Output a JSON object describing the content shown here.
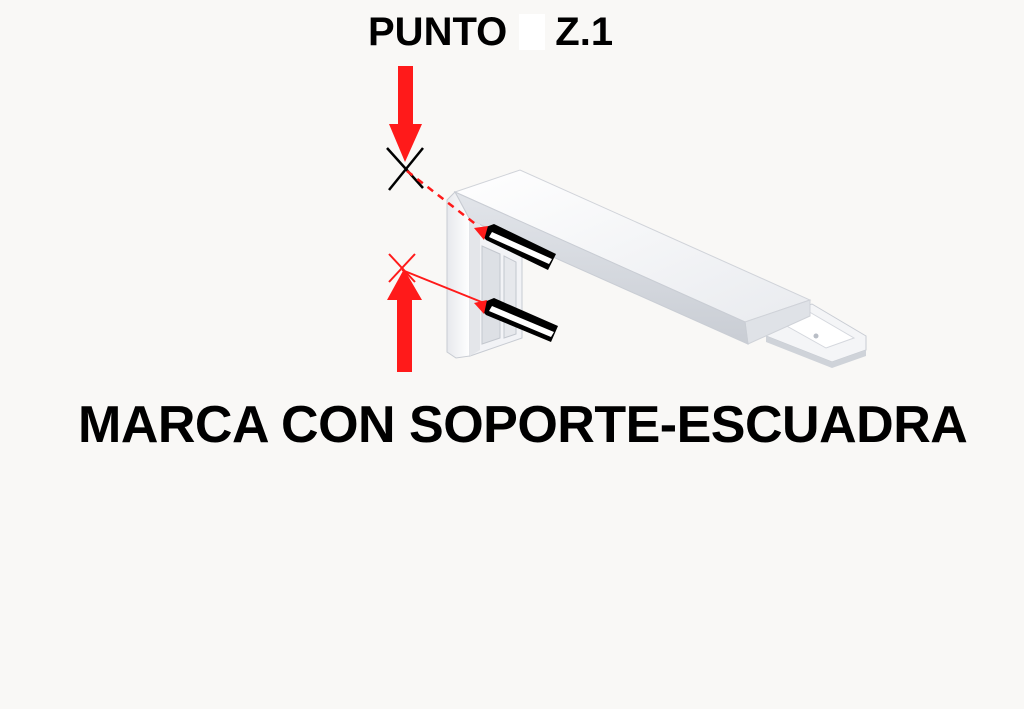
{
  "labels": {
    "point_word": "PUNTO",
    "point_code": "Z.1",
    "caption": "MARCA CON SOPORTE-ESCUADRA"
  },
  "colors": {
    "background": "#f9f8f6",
    "arrow": "#ff1a1a",
    "text": "#000000",
    "bracket_light": "#ffffff",
    "bracket_shade": "#d6d9df"
  },
  "icons": {
    "top_arrow": "arrow-down-icon",
    "bottom_arrow": "arrow-up-icon",
    "top_mark": "cross-mark-icon",
    "bottom_mark": "cross-mark-icon",
    "pencils": "pencil-icon"
  }
}
